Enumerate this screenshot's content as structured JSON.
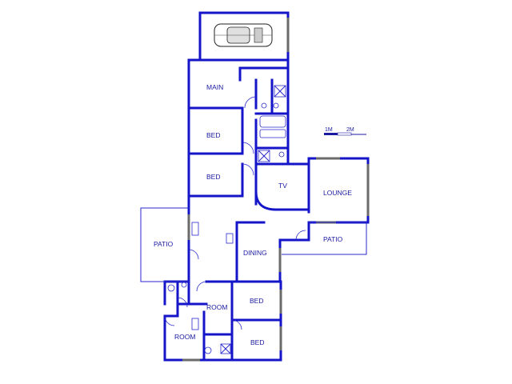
{
  "rooms": {
    "main": "MAIN",
    "bed1": "BED",
    "bed2": "BED",
    "tv": "TV",
    "lounge": "LOUNGE",
    "patio_left": "PATIO",
    "patio_right": "PATIO",
    "dining": "DINING",
    "room_mid": "ROOM",
    "bed3": "BED",
    "room_left": "ROOM",
    "bed4": "BED"
  },
  "scale_bar": {
    "label_1m": "1M",
    "label_2m": "2M"
  },
  "icons": {
    "car": "car-icon"
  }
}
